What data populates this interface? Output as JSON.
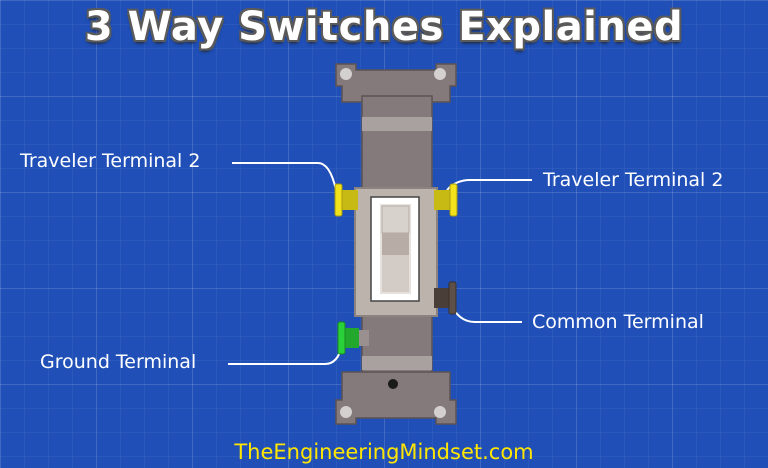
{
  "title": "3 Way Switches Explained",
  "labels": {
    "traveler_left": "Traveler Terminal 2",
    "traveler_right": "Traveler Terminal 2",
    "common": "Common Terminal",
    "ground": "Ground Terminal"
  },
  "footer": "TheEngineeringMindset.com",
  "colors": {
    "background": "#1f4fb7",
    "strap": "#857a7b",
    "switch_body": "#bdb3ad",
    "traveler_screw": "#f2e21c",
    "common_screw": "#5c5048",
    "ground_screw": "#2bd138",
    "footer_text": "#ffe600"
  }
}
